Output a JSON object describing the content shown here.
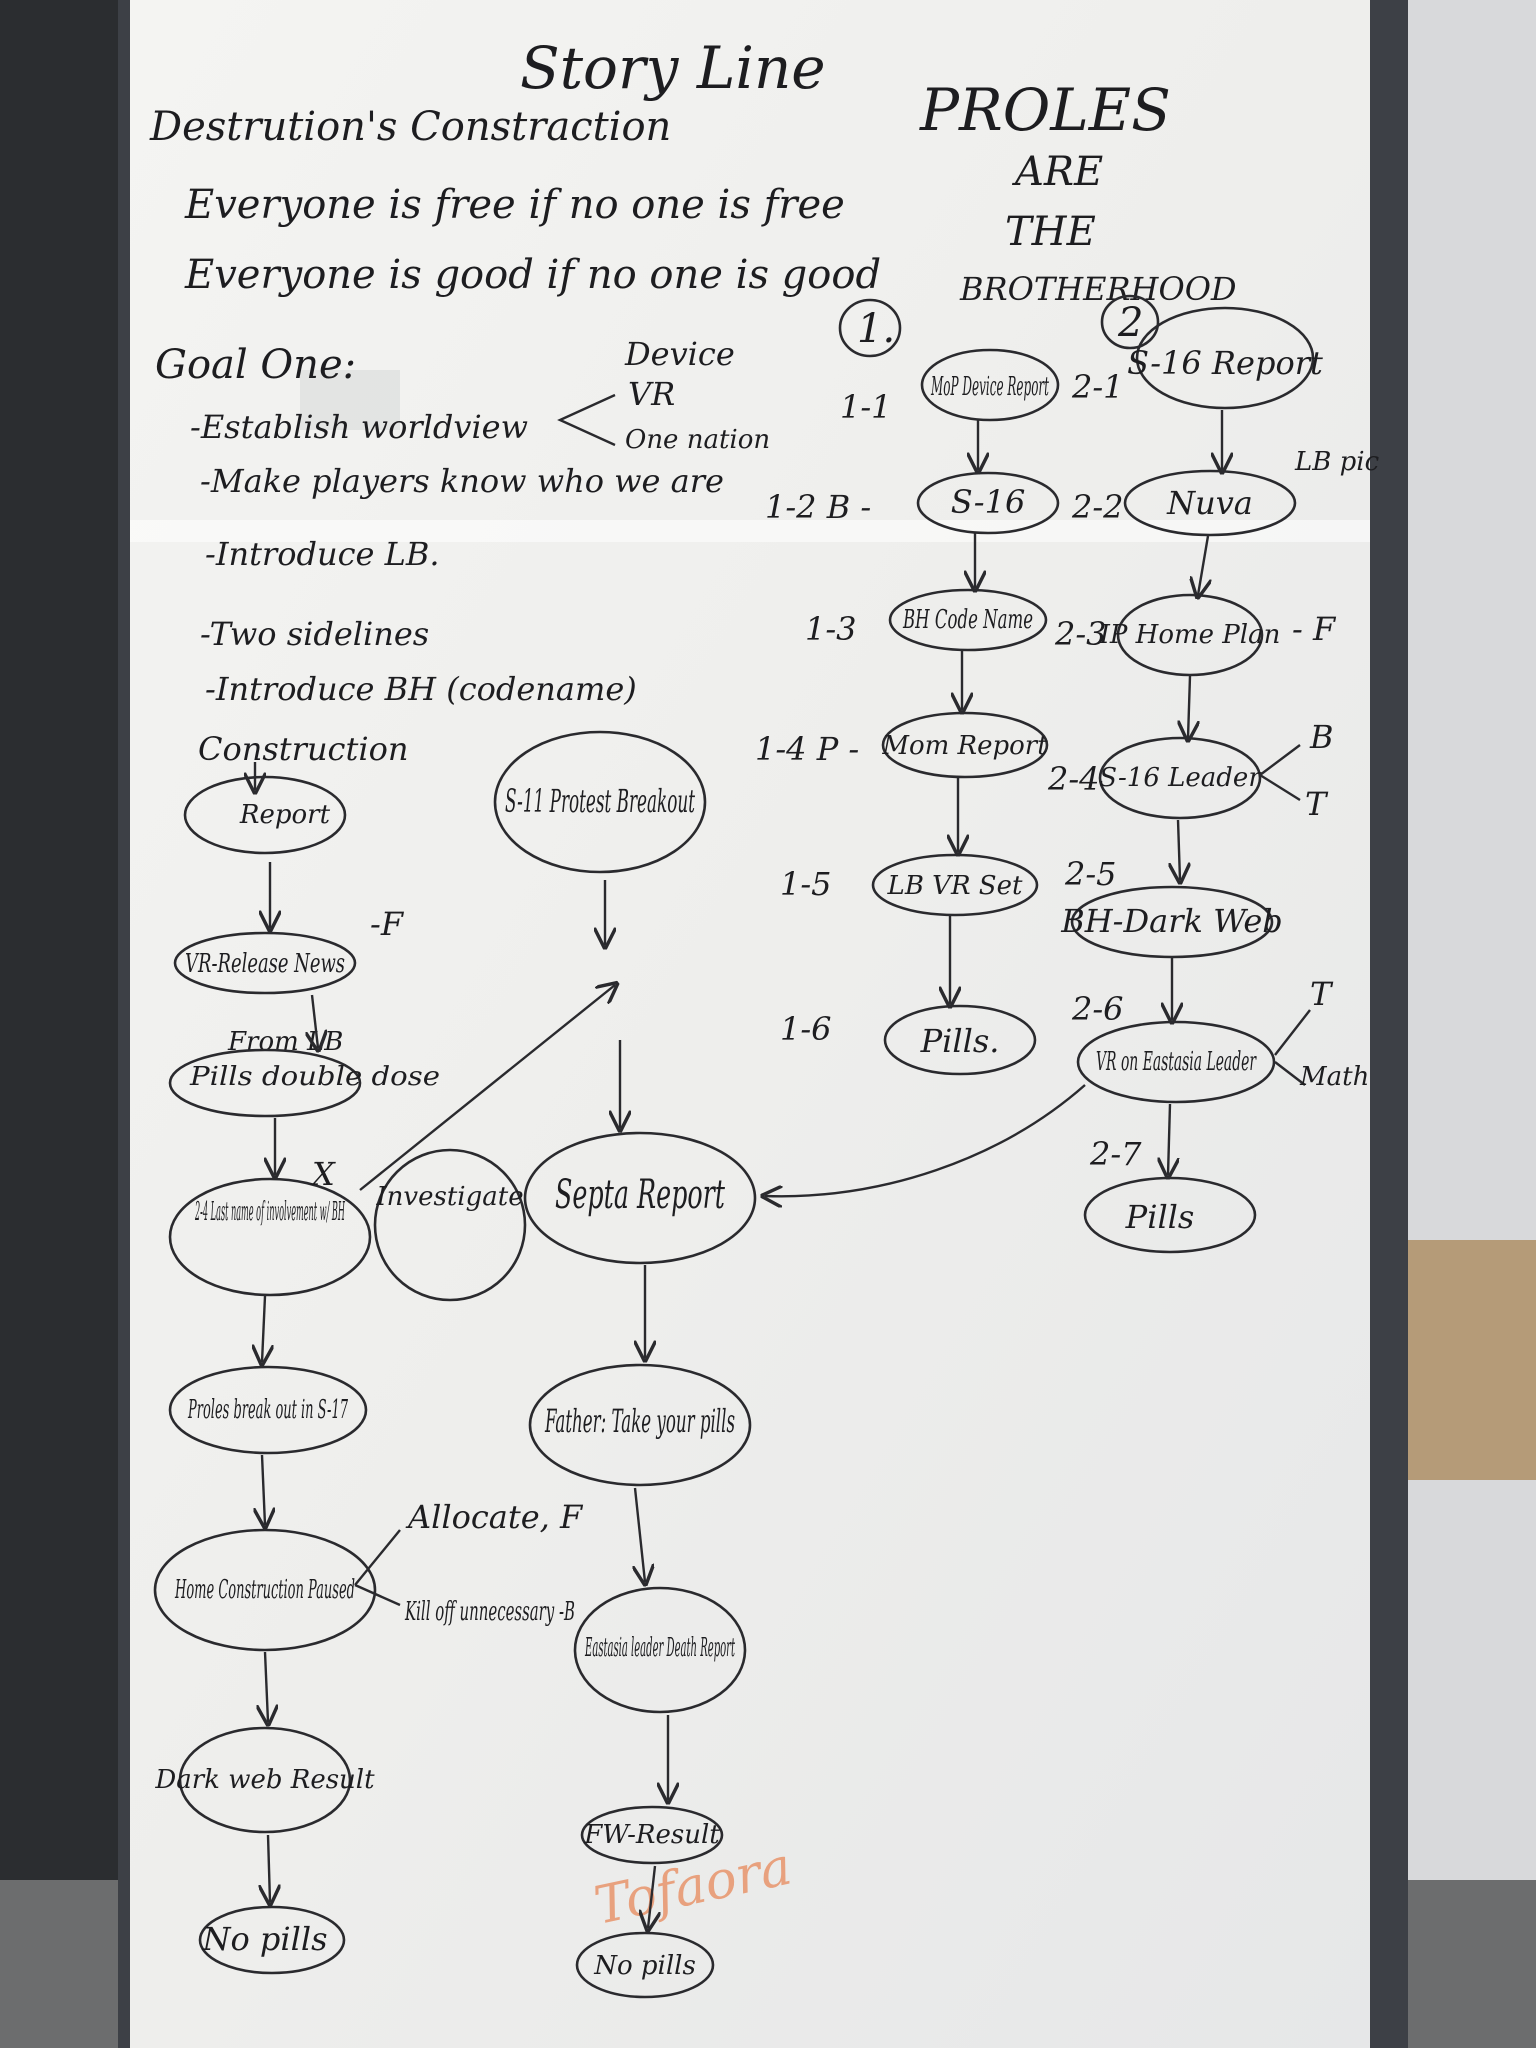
{
  "board": {
    "title": "Story Line",
    "proles_lines": [
      "PROLES",
      "ARE",
      "THE",
      "BROTHERHOOD"
    ],
    "theme": "Destrution's Constraction",
    "line_free": "Everyone is free if no one is free",
    "line_good": "Everyone is good if no one is good",
    "goal_title": "Goal One:",
    "goal_items": [
      "-Establish worldview",
      "-Make players know who we are",
      "-Introduce LB.",
      "-Two sidelines",
      "-Introduce BH (codename)"
    ],
    "worldview_tags": [
      "Device",
      "VR",
      "One nation"
    ],
    "construction_label": "Construction",
    "col1_marker": "1.",
    "col2_marker": "2",
    "col1_nodes": [
      {
        "id": "1-1",
        "text": "MoP Device Report"
      },
      {
        "id": "1-2 B -",
        "text": "S-16"
      },
      {
        "id": "1-3",
        "text": "BH Code Name"
      },
      {
        "id": "1-4 P -",
        "text": "Mom Report"
      },
      {
        "id": "1-5",
        "text": "LB VR Set"
      },
      {
        "id": "1-6",
        "text": "Pills."
      }
    ],
    "col2_nodes": [
      {
        "id": "2-1",
        "text": "S-16 Report"
      },
      {
        "id": "2-2",
        "text": "Nuva"
      },
      {
        "id": "2-3",
        "text": "IP Home Plan"
      },
      {
        "id": "2-4",
        "text": "S-16 Leader"
      },
      {
        "id": "2-5",
        "text": "BH-Dark Web"
      },
      {
        "id": "2-6",
        "text": "VR on Eastasia Leader"
      },
      {
        "id": "2-7",
        "text": "Pills"
      }
    ],
    "col2_tags": {
      "lb_pic": "LB pic",
      "f": "- F",
      "b": "B",
      "t": "T",
      "t2": "T",
      "math": "Math"
    },
    "left_flow": [
      "Report",
      "VR-Release News",
      "Pills double dose",
      "2-4 Last name of involvement w/ BH",
      "Proles break out in S-17",
      "Home Construction Paused",
      "Dark web Result",
      "No pills"
    ],
    "left_notes": {
      "vr_f": "-F",
      "from_lb": "From LB",
      "allocate": "Allocate, F",
      "kill_off": "Kill off unnecessary -B",
      "x": "X"
    },
    "mid_nodes": [
      "S-11 Protest Breakout",
      "Investigate",
      "Septa Report",
      "Father: Take your pills",
      "Eastasia leader Death Report",
      "FW-Result",
      "No pills"
    ],
    "ghost_text": "Tofaora",
    "colors": {
      "board": "#f1f1ef",
      "marker": "#1d1d20",
      "orange": "#e8895a",
      "frame": "#3d4046"
    }
  }
}
